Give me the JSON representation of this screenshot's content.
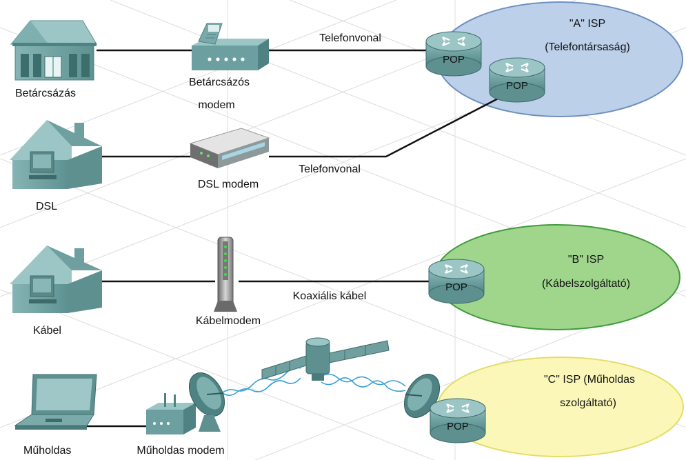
{
  "connections": [
    {
      "id": "dialup",
      "device_label": "Betárcsázás",
      "modem_label_lines": [
        "Betárcsázós",
        "modem"
      ],
      "link_label": "Telefonvonal"
    },
    {
      "id": "dsl",
      "device_label": "DSL",
      "modem_label_lines": [
        "DSL modem"
      ],
      "link_label": "Telefonvonal"
    },
    {
      "id": "cable",
      "device_label": "Kábel",
      "modem_label_lines": [
        "Kábelmodem"
      ],
      "link_label": "Koaxiális kábel"
    },
    {
      "id": "satellite",
      "device_label": "Műholdas",
      "modem_label_lines": [
        "Műholdas modem"
      ],
      "link_label": ""
    }
  ],
  "isps": [
    {
      "id": "a",
      "title_lines": [
        "\"A\" ISP",
        "(Telefontársaság)"
      ],
      "fill": "#bcd0ea",
      "stroke": "#6e8fbf"
    },
    {
      "id": "b",
      "title_lines": [
        "\"B\" ISP",
        "(Kábelszolgáltató)"
      ],
      "fill": "#9fd68c",
      "stroke": "#3f9a3a"
    },
    {
      "id": "c",
      "title_lines": [
        "\"C\" ISP (Műholdas",
        "szolgáltató)"
      ],
      "fill": "#fbf7b8",
      "stroke": "#e4dd6a"
    }
  ],
  "pop_label": "POP",
  "icons": {
    "house": "house-icon",
    "modem": "modem-icon",
    "router": "router-icon",
    "laptop": "laptop-icon",
    "satellite": "satellite-icon",
    "dish": "satellite-dish-icon"
  },
  "colors": {
    "device": "#5e9696",
    "device_dark": "#3f7373",
    "device_light": "#8ec0c0",
    "line": "#111111"
  }
}
